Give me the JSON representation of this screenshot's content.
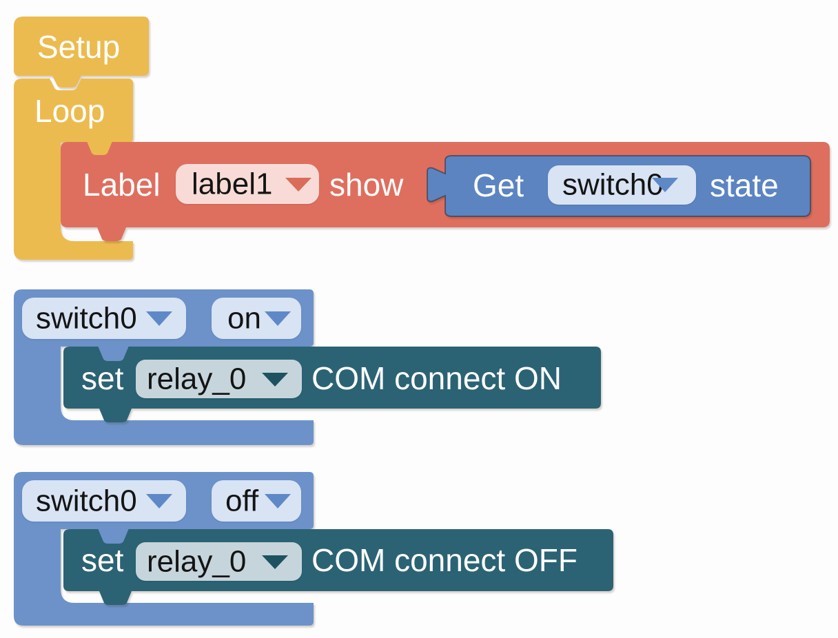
{
  "workspace": {
    "background": "#fdfdfd"
  },
  "colors": {
    "yellow": "#ECBB4F",
    "red": "#DE6F5F",
    "red_light": "#F8DBD6",
    "red_arrow": "#D96C5B",
    "blue": "#5B84C1",
    "blue_wrapper": "#6C92C9",
    "blue_light": "#D8E3F3",
    "blue_arrow": "#5E89C6",
    "teal": "#2B6374",
    "teal_light": "#C6D5DB",
    "teal_arrow": "#1E5260",
    "text_light": "#FFFFFF",
    "text_dark": "#141414"
  },
  "blocks": {
    "setup": {
      "label": "Setup"
    },
    "loop": {
      "label": "Loop"
    },
    "label_show": {
      "prefix": "Label",
      "label_dropdown": "label1",
      "suffix": "show"
    },
    "get_state": {
      "prefix": "Get",
      "device_dropdown": "switch0",
      "suffix": "state"
    },
    "event_on": {
      "device_dropdown": "switch0",
      "state_dropdown": "on"
    },
    "set_relay_on": {
      "prefix": "set",
      "relay_dropdown": "relay_0",
      "suffix": "COM connect ON"
    },
    "event_off": {
      "device_dropdown": "switch0",
      "state_dropdown": "off"
    },
    "set_relay_off": {
      "prefix": "set",
      "relay_dropdown": "relay_0",
      "suffix": "COM connect OFF"
    }
  }
}
